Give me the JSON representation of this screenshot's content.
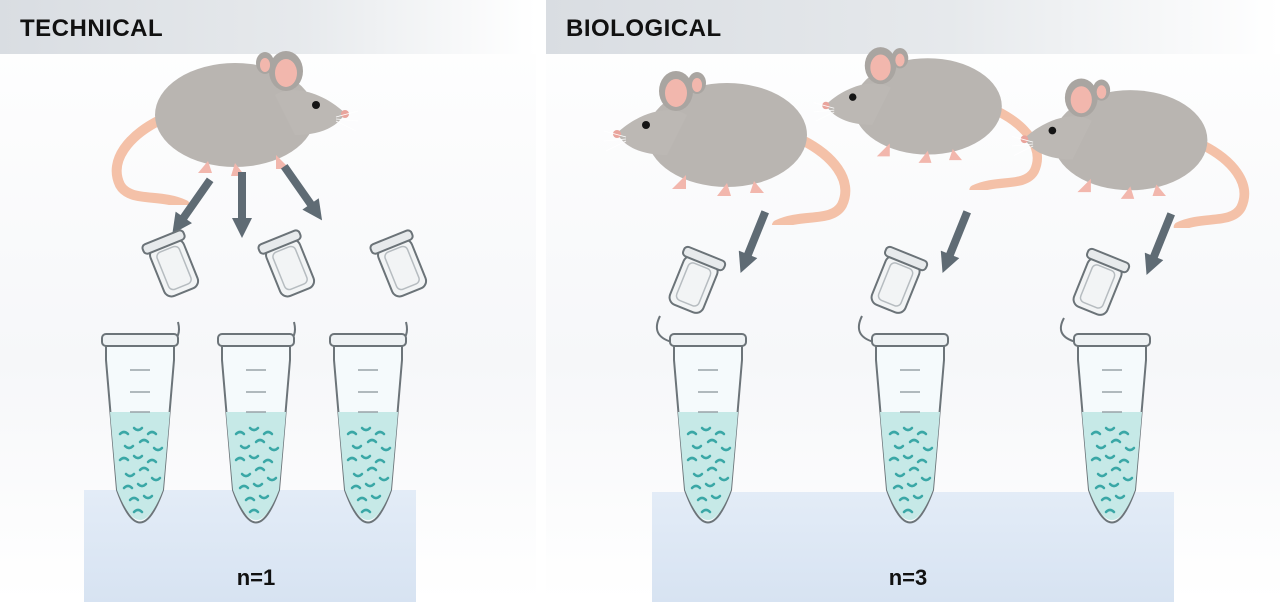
{
  "panels": {
    "technical": {
      "title": "TECHNICAL",
      "count_label": "n=1"
    },
    "biological": {
      "title": "BIOLOGICAL",
      "count_label": "n=3"
    }
  },
  "colors": {
    "mouse_body": "#b9b5b1",
    "mouse_ear": "#f2b7ad",
    "tail": "#f4c1a8",
    "arrow": "#5f6b74",
    "liquid": "#c6e9e7",
    "cells": "#3aa7a6",
    "bench": "#dbe6f4",
    "header": "#dde1e5"
  }
}
